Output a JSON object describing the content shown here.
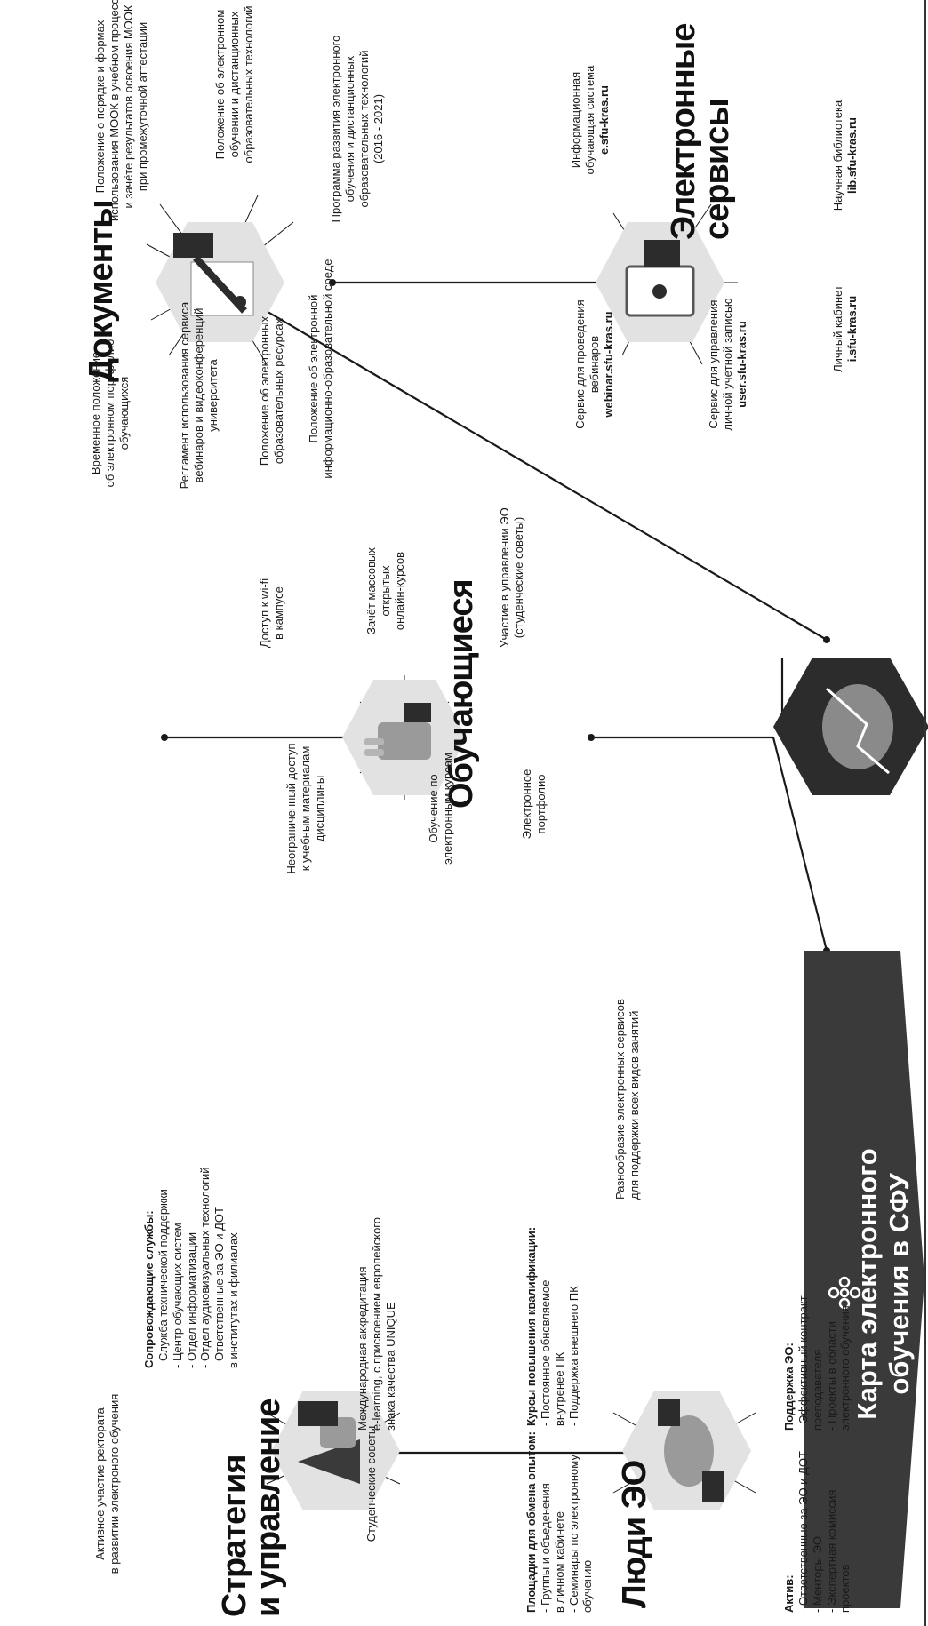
{
  "title": "Карта электронного\nобучения в СФУ",
  "colors": {
    "dark": "#3a3a3a",
    "hex_light": "#e2e2e2",
    "hex_dark": "#2c2c2c",
    "line": "#1a1a1a"
  },
  "sections": {
    "students": {
      "heading": "Обучающиеся",
      "items": [
        "Доступ к wi-fi\nв кампусе",
        "Зачёт массовых\nоткрытых\nонлайн-курсов",
        "Неограниченный доступ\nк учебным материалам\nдисциплины",
        "Обучение по\nэлектронным курсам",
        "Электронное\nпортфолио",
        "Участие в управлении ЭО\n(студенческие советы)"
      ]
    },
    "documents": {
      "heading": "Документы",
      "items": [
        "Временное положение\nоб электронном портфолио\nобучающихся",
        "Регламент использования сервиса\nвебинаров и видеоконференций\nуниверситета",
        "Положение об электронных\nобразовательных ресурсах",
        "Положение об электронной\nинформационно-образовательной среде",
        "Программа развития электронного\nобучения и дистанционных\nобразовательных технологий\n(2016 - 2021)",
        "Положение об электронном\nобучении и дистанционных\nобразовательных технологий",
        "Положение о порядке и формах\nиспользования МООК в учебном процессе\nи зачёте результатов освоения МООК\nпри промежуточной аттестации"
      ]
    },
    "services": {
      "heading": "Электронные\nсервисы",
      "items": [
        {
          "text": "Информационная\nобучающая система",
          "url": "e.sfu-kras.ru"
        },
        {
          "text": "Научная библиотека",
          "url": "lib.sfu-kras.ru"
        },
        {
          "text": "Сервис для проведения\nвебинаров",
          "url": "webinar.sfu-kras.ru"
        },
        {
          "text": "Сервис для управления\nличной учётной записью",
          "url": "user.sfu-kras.ru"
        },
        {
          "text": "Личный кабинет",
          "url": "i.sfu-kras.ru"
        }
      ]
    },
    "strategy": {
      "heading": "Стратегия\nи управление",
      "active_participation": "Активное участие ректората\nв развитии электроного обучения",
      "support_title": "Сопровождающие службы:",
      "support_items": "- Служба технической поддержки\n- Центр обучающих систем\n- Отдел информатизации\n- Отдел аудиовизуальных технологий\n- Ответственные за ЭО и ДОТ\n  в институтах и филиалах",
      "accreditation": "Международная аккредитация\ne-learning, с присвоением европейского\nзнака качества UNIQUE",
      "student_councils": "Студенческие советы"
    },
    "people": {
      "heading": "Люди ЭО",
      "courses_title": "Курсы повышения квалификации:",
      "courses_items": "- Постоянное обновляемое\n  внутренее ПК\n- Поддержка внешнего ПК",
      "variety": "Разнообразие электронных сервисов\nдля поддержки всех видов занятий",
      "platforms_title": "Площадки для обмена опытом:",
      "platforms_items": "- Группы и объеденения\n  в личном кабинете\n- Семинары по электронному\n  обучению",
      "support_title": "Поддержка ЭО:",
      "support_items": "- Эффективный контракт\n  преподавателя\n- Проекты в области\n  электронного обучения",
      "active_title": "Актив:",
      "active_items": "- Ответственные за ЭО и ДОТ\n- Менторы ЭО\n- Экспертная комиссия\n  проектов"
    }
  }
}
